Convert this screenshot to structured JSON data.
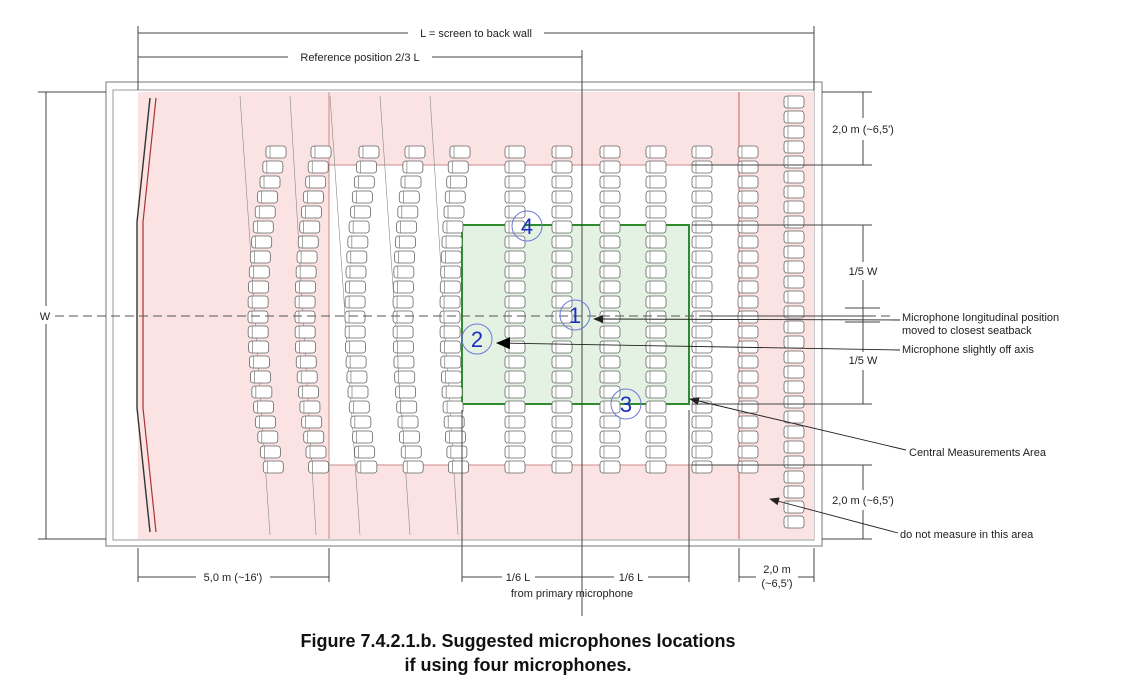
{
  "labels": {
    "screen_to_back_wall": "L = screen to back wall",
    "reference_position": "Reference position 2/3 L",
    "width": "W",
    "top_margin": "2,0 m (~6,5')",
    "bottom_margin": "2,0 m (~6,5')",
    "fifth_w_top": "1/5 W",
    "fifth_w_bottom": "1/5 W",
    "longitudinal_line1": "Microphone longitudinal position",
    "longitudinal_line2": "moved to closest seatback",
    "off_axis": "Microphone slightly off axis",
    "central_area": "Central Measurements Area",
    "do_not_measure": "do not measure in this area",
    "front_zone": "5,0 m (~16')",
    "sixth_l_left": "1/6 L",
    "sixth_l_right": "1/6 L",
    "from_primary": "from primary microphone",
    "rear_zone_line1": "2,0 m",
    "rear_zone_line2": "(~6,5')"
  },
  "microphones": [
    {
      "label": "1"
    },
    {
      "label": "2"
    },
    {
      "label": "3"
    },
    {
      "label": "4"
    }
  ],
  "caption": {
    "line1": "Figure 7.4.2.1.b. Suggested microphones locations",
    "line2": "if using four microphones."
  },
  "colors": {
    "exclusion_zone": "#fbe3e3",
    "central_area_fill": "#e3f2e3",
    "central_area_border": "#2e8b2e",
    "mic_number": "#1a2fbf"
  }
}
